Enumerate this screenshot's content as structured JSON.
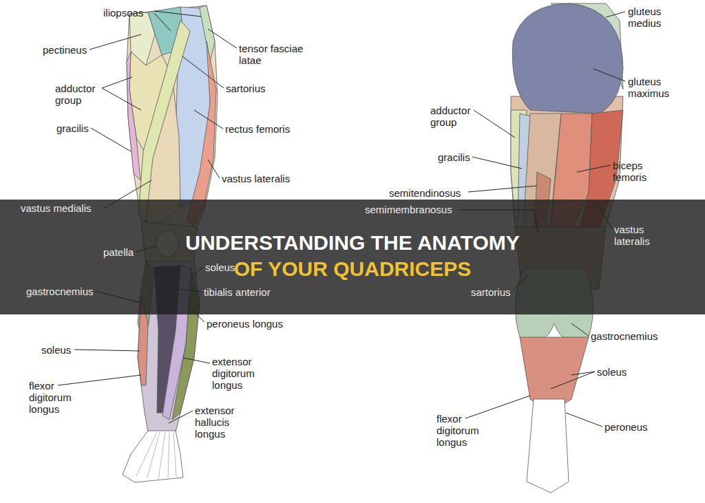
{
  "diagram": {
    "title": "UNDERSTANDING THE ANATOMY OF YOUR QUADRICEPS",
    "labels": [
      "iliopsoas",
      "pectineus",
      "tensor fasciae latae",
      "adductor group",
      "sartorius",
      "gracilis",
      "rectus femoris",
      "vastus lateralis",
      "vastus medialis",
      "patella",
      "tibialis anterior",
      "soleus",
      "gastrocnemius",
      "peroneus longus",
      "soleus",
      "extensor digitorum longus",
      "flexor digitorum longus",
      "extensor hallucis longus",
      "gluteus medius",
      "gluteus maximus",
      "adductor group",
      "gracilis",
      "biceps femoris",
      "semitendinosus",
      "vastus lateralis",
      "semimembranosus",
      "sartorius",
      "gastrocnemius",
      "soleus",
      "flexor digitorum longus",
      "peroneus"
    ]
  }
}
